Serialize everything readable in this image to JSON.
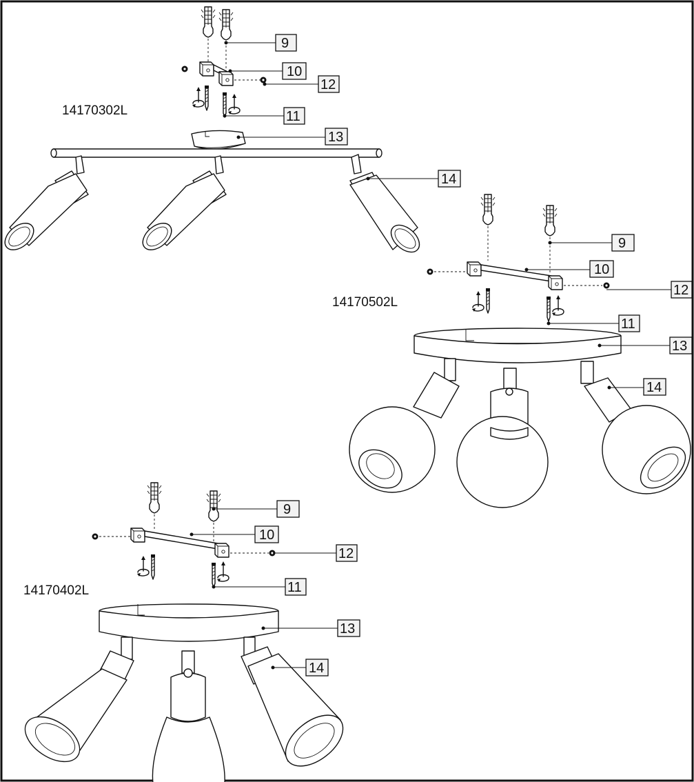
{
  "models": {
    "bar": "14170302L",
    "round_globe": "14170502L",
    "round_cone": "14170402L"
  },
  "callouts": {
    "bar": [
      "9",
      "10",
      "12",
      "11",
      "13",
      "14"
    ],
    "round_globe": [
      "9",
      "10",
      "12",
      "11",
      "13",
      "14"
    ],
    "round_cone": [
      "9",
      "10",
      "12",
      "11",
      "13",
      "14"
    ]
  },
  "colors": {
    "line": "#111111",
    "callout_fill": "#f2f2f2",
    "background": "#ffffff"
  }
}
